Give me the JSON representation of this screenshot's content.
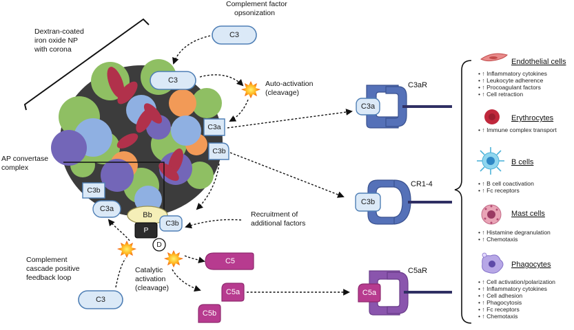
{
  "nanoparticle_label": [
    "Dextran-coated",
    "iron oxide NP",
    "with corona"
  ],
  "opsonization_label": [
    "Complement factor",
    "opsonization"
  ],
  "auto_activation_label": [
    "Auto-activation",
    "(cleavage)"
  ],
  "ap_convertase_label": [
    "AP convertase",
    "complex"
  ],
  "recruitment_label": [
    "Recruitment of",
    "additional factors"
  ],
  "feedback_label": [
    "Complement",
    "cascade positive",
    "feedback loop"
  ],
  "catalytic_label": [
    "Catalytic",
    "activation",
    "(cleavage)"
  ],
  "factors": {
    "c3_top": "C3",
    "c3_surface": "C3",
    "c3a_surface": "C3a",
    "c3b_surface": "C3b",
    "c3b_left": "C3b",
    "c3a_left": "C3a",
    "bb": "Bb",
    "p": "P",
    "c3b_convertase": "C3b",
    "d": "D",
    "c3_bottom": "C3",
    "c5": "C5",
    "c5a": "C5a",
    "c5b": "C5b"
  },
  "receptors": [
    {
      "name": "C3aR",
      "ligand": "C3a",
      "color": "#4f6fb3"
    },
    {
      "name": "CR1-4",
      "ligand": "C3b",
      "color": "#4f6fb3"
    },
    {
      "name": "C5aR",
      "ligand": "C5a",
      "color": "#8a4fa6"
    }
  ],
  "cells": [
    {
      "name": "Endothelial cells",
      "icon": "endothelial-cell-icon",
      "effects": [
        "↑ Inflammatory cytokines",
        "↑ Leukocyte adherence",
        "↑ Procoagulant factors",
        "↑ Cell retraction"
      ]
    },
    {
      "name": "Erythrocytes",
      "icon": "erythrocyte-icon",
      "effects": [
        "↑ Immune complex transport"
      ]
    },
    {
      "name": "B cells",
      "icon": "b-cell-icon",
      "effects": [
        "↑ B cell coactivation",
        "↑ Fc receptors"
      ]
    },
    {
      "name": "Mast cells",
      "icon": "mast-cell-icon",
      "effects": [
        "↑ Histamine degranulation",
        "↑ Chemotaxis"
      ]
    },
    {
      "name": "Phagocytes",
      "icon": "phagocyte-icon",
      "effects": [
        "↑ Cell activation/polarization",
        "↑ Inflammatory cytokines",
        "↑ Cell adhesion",
        "↑ Phagocytosis",
        "↑ Fc receptors",
        "↑ Chemotaxis"
      ]
    }
  ],
  "colors": {
    "c3_fill": "#dbe9f7",
    "c3_stroke": "#4f7fb5",
    "c5_fill": "#b73b8f",
    "c5_stroke": "#8e2a6e",
    "c3_receptor": "#5571b8",
    "c5_receptor": "#8a55ad",
    "receptor_tail": "#2f2f63"
  }
}
